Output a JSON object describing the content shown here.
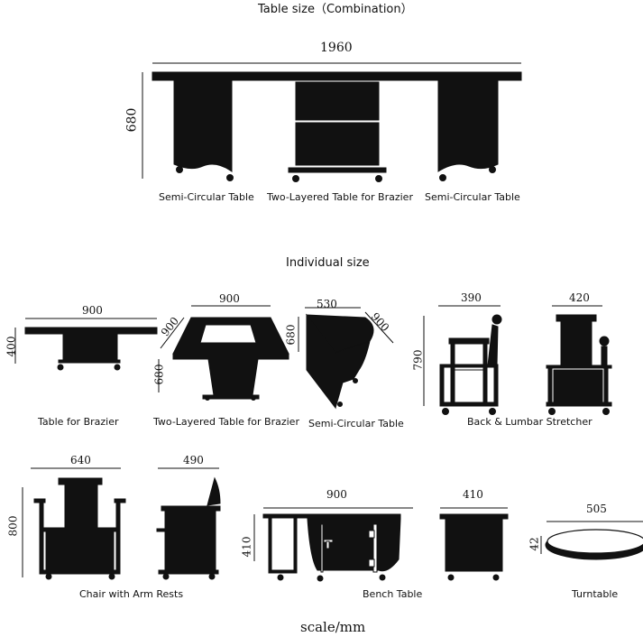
{
  "headings": {
    "combination": "Table size（Combination）",
    "individual": "Individual size",
    "scale": "scale/mm"
  },
  "combination": {
    "width": "1960",
    "height": "680",
    "labels": [
      "Semi-Circular Table",
      "Two-Layered Table for Brazier",
      "Semi-Circular Table"
    ]
  },
  "individual": {
    "table_for_brazier": {
      "label": "Table for Brazier",
      "width": "900",
      "height": "400"
    },
    "two_layered": {
      "label": "Two-Layered Table for Brazier",
      "width": "900",
      "depth": "900",
      "height": "680"
    },
    "semi_circular": {
      "label": "Semi-Circular Table",
      "width": "530",
      "depth": "900",
      "height": "680"
    },
    "back_lumbar": {
      "label": "Back & Lumbar Stretcher",
      "width_side": "390",
      "width_front": "420",
      "height": "790"
    },
    "chair_arm": {
      "label": "Chair with Arm Rests",
      "width_front": "640",
      "width_side": "490",
      "height": "800"
    },
    "bench": {
      "label": "Bench Table",
      "width_front": "900",
      "width_side": "410",
      "height": "410"
    },
    "turntable": {
      "label": "Turntable",
      "diameter": "505",
      "height": "42"
    }
  },
  "colors": {
    "ink": "#111111",
    "background": "#ffffff"
  }
}
